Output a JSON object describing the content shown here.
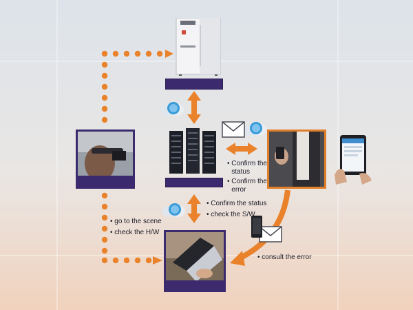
{
  "colors": {
    "accent_orange": "#e9822b",
    "frame_purple": "#3b2a6e",
    "cloud_blue": "#3a9bd8"
  },
  "icons": [
    "test-chamber-icon",
    "cloud-icon",
    "server-rack-icon",
    "envelope-icon",
    "smartphone-icon",
    "tablet-icon"
  ],
  "labels": {
    "server_right": {
      "confirm_status": "Confirm the status",
      "confirm_error": "Confirm the error"
    },
    "lower_right": {
      "confirm_status": "Confirm the status",
      "check_sw": "check the S/W"
    },
    "left": {
      "go_scene": "go to the scene",
      "check_hw": "check the H/W"
    },
    "bottom": {
      "consult_error": "consult the error"
    }
  }
}
